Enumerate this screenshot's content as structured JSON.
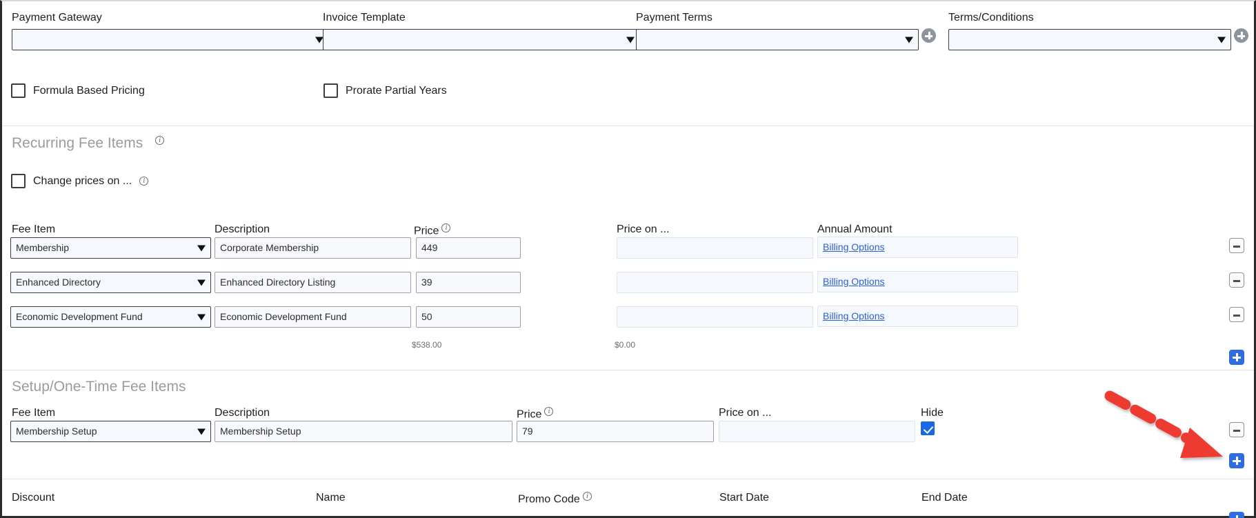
{
  "top_form": {
    "fields": [
      {
        "label": "Payment Gateway",
        "value": "",
        "has_add_button": false
      },
      {
        "label": "Invoice Template",
        "value": "",
        "has_add_button": false
      },
      {
        "label": "Payment Terms",
        "value": "",
        "has_add_button": true
      },
      {
        "label": "Terms/Conditions",
        "value": "",
        "has_add_button": true
      }
    ],
    "checkboxes": [
      {
        "label": "Formula Based Pricing",
        "checked": false
      },
      {
        "label": "Prorate Partial Years",
        "checked": false
      }
    ]
  },
  "recurring": {
    "heading": "Recurring Fee Items",
    "heading_info": "i",
    "change_prices_checkbox": {
      "label": "Change prices on ...",
      "checked": false,
      "info": "i"
    },
    "columns": {
      "fee_item": "Fee Item",
      "description": "Description",
      "price": "Price",
      "price_info": "i",
      "price_on": "Price on ...",
      "annual_amount": "Annual Amount"
    },
    "rows": [
      {
        "fee_item": "Membership",
        "description": "Corporate Membership",
        "price": "449",
        "price_on": "",
        "annual_amount_link": "Billing Options",
        "remove_label": "remove-row"
      },
      {
        "fee_item": "Enhanced Directory",
        "description": "Enhanced Directory Listing",
        "price": "39",
        "price_on": "",
        "annual_amount_link": "Billing Options",
        "remove_label": "remove-row"
      },
      {
        "fee_item": "Economic Development Fund",
        "description": "Economic Development Fund",
        "price": "50",
        "price_on": "",
        "annual_amount_link": "Billing Options",
        "remove_label": "remove-row"
      }
    ],
    "totals": {
      "price_total": "$538.00",
      "price_on_total": "$0.00"
    }
  },
  "setup": {
    "heading": "Setup/One-Time Fee Items",
    "columns": {
      "fee_item": "Fee Item",
      "description": "Description",
      "price": "Price",
      "price_info": "i",
      "price_on": "Price on ...",
      "hide": "Hide"
    },
    "rows": [
      {
        "fee_item": "Membership Setup",
        "description": "Membership Setup",
        "price": "79",
        "price_on": "",
        "hide_checked": true
      }
    ]
  },
  "discount": {
    "columns": {
      "discount": "Discount",
      "name": "Name",
      "promo_code": "Promo Code",
      "promo_info": "i",
      "start_date": "Start Date",
      "end_date": "End Date"
    }
  },
  "annotation": {
    "arrow_color": "#ee3b33",
    "points_to": "add-setup-fee-row-button"
  },
  "colors": {
    "accent_blue": "#2d6de0",
    "link_blue": "#2b5fd6",
    "input_bg": "#f5f8fd",
    "heading_gray": "#9b9b9b"
  }
}
